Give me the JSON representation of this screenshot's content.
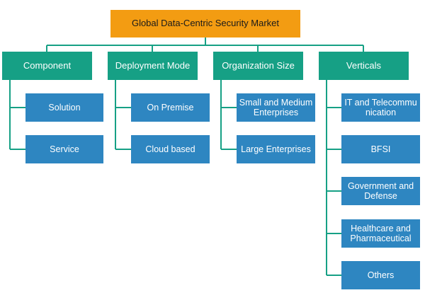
{
  "root": {
    "label": "Global Data-Centric Security Market"
  },
  "categories": [
    {
      "label": "Component",
      "children": [
        "Solution",
        "Service"
      ]
    },
    {
      "label": "Deployment Mode",
      "children": [
        "On Premise",
        "Cloud based"
      ]
    },
    {
      "label": "Organization Size",
      "children": [
        "Small and Medium Enterprises",
        "Large Enterprises"
      ]
    },
    {
      "label": "Verticals",
      "children": [
        "IT and Telecommunication",
        "BFSI",
        "Government and Defense",
        "Healthcare and Pharmaceutical",
        "Others"
      ]
    }
  ],
  "colors": {
    "root": "#f39c12",
    "category": "#16a085",
    "leaf": "#2e86c1",
    "connector": "#16a085"
  }
}
